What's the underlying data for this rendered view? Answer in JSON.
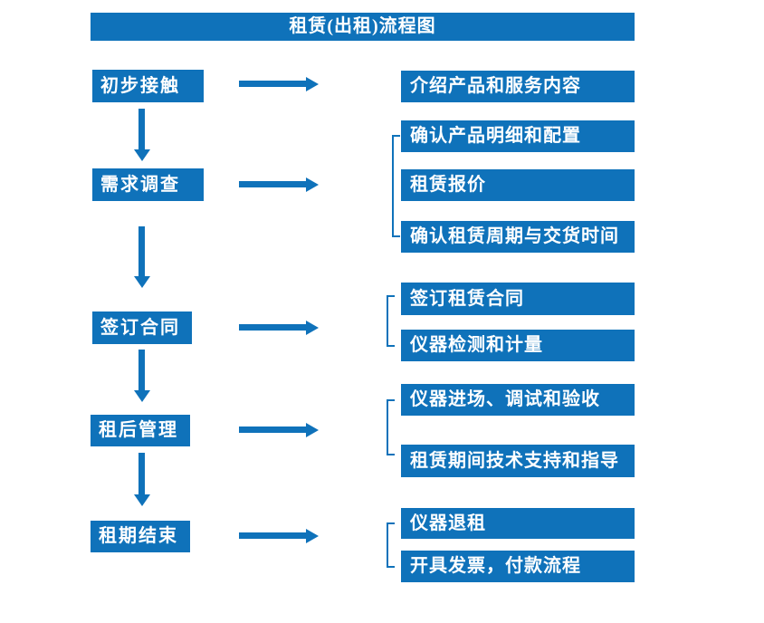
{
  "title": "租赁(出租)流程图",
  "colors": {
    "primary": "#0f72ba",
    "text": "#ffffff",
    "background": "#ffffff"
  },
  "flow": {
    "steps": [
      {
        "label": "初步接触",
        "outputs": [
          "介绍产品和服务内容"
        ]
      },
      {
        "label": "需求调查",
        "outputs": [
          "确认产品明细和配置",
          "租赁报价",
          "确认租赁周期与交货时间"
        ]
      },
      {
        "label": "签订合同",
        "outputs": [
          "签订租赁合同",
          "仪器检测和计量"
        ]
      },
      {
        "label": "租后管理",
        "outputs": [
          "仪器进场、调试和验收",
          "租赁期间技术支持和指导"
        ]
      },
      {
        "label": "租期结束",
        "outputs": [
          "仪器退租",
          "开具发票，付款流程"
        ]
      }
    ]
  }
}
